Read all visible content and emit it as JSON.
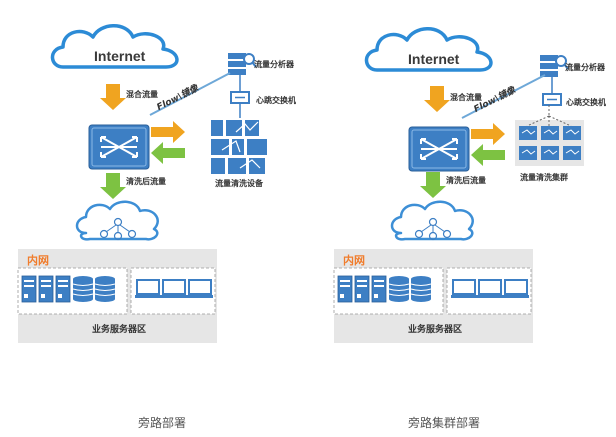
{
  "colors": {
    "cloud_stroke": "#2c8bd6",
    "internet_text": "#3a3a3a",
    "arrow_orange": "#f0a420",
    "arrow_green": "#7dc242",
    "panel_bg": "#e6e6e6",
    "device_blue": "#3d7fc4",
    "inner_net_label": "#f07d2d",
    "flow_line": "#6ea8d8"
  },
  "left": {
    "cloud_label": "Internet",
    "mixed_traffic": "混合流量",
    "flow_mirror": "Flow\\镜像",
    "analyzer": "流量分析器",
    "heartbeat_switch": "心跳交换机",
    "cleaning": "流量清洗设备",
    "after_clean": "清洗后流量",
    "inner_net": "内网",
    "server_area": "业务服务器区",
    "caption": "旁路部署"
  },
  "right": {
    "cloud_label": "Internet",
    "mixed_traffic": "混合流量",
    "flow_mirror": "Flow\\镜像",
    "analyzer": "流量分析器",
    "heartbeat_switch": "心跳交换机",
    "cleaning": "流量清洗集群",
    "after_clean": "清洗后流量",
    "inner_net": "内网",
    "server_area": "业务服务器区",
    "caption": "旁路集群部署"
  }
}
